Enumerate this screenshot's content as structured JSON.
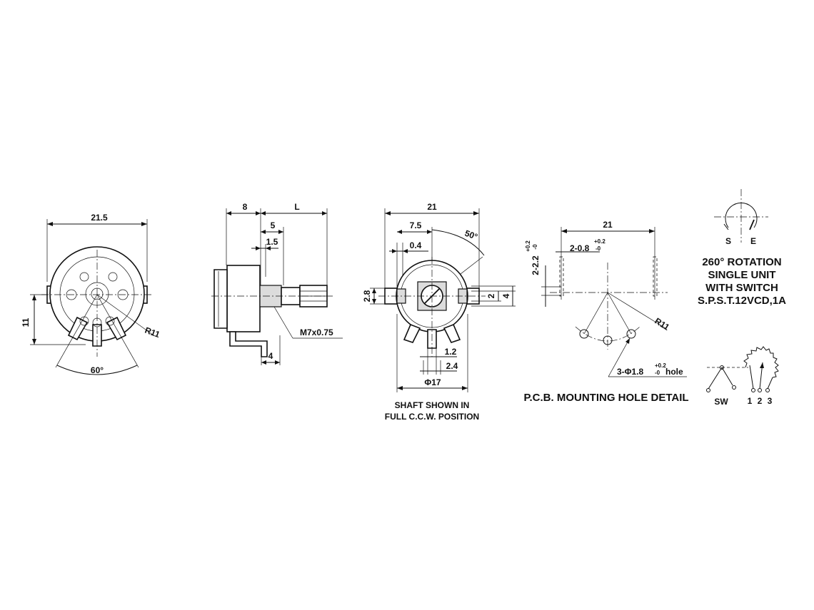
{
  "front_view": {
    "width_dim": "21.5",
    "height_dim": "11",
    "radius_dim": "R11",
    "angle_dim": "60°"
  },
  "side_view": {
    "dim_8": "8",
    "dim_L": "L",
    "dim_5": "5",
    "dim_1_5": "1.5",
    "thread_label": "M7x0.75",
    "dim_4": "4"
  },
  "rear_view": {
    "width_dim": "21",
    "dim_7_5": "7.5",
    "angle_dim": "50°",
    "dim_0_4": "0.4",
    "dim_2_8": "2.8",
    "dim_2": "2",
    "dim_4": "4",
    "dim_1_2": "1.2",
    "dim_2_4": "2.4",
    "dia_dim": "Φ17",
    "caption_line1": "SHAFT SHOWN IN",
    "caption_line2": "FULL C.C.W. POSITION"
  },
  "pcb_detail": {
    "width_dim": "21",
    "slot_dim_main": "2-0.8",
    "slot_dim_upper": "+0.2",
    "slot_dim_lower": "-0",
    "side_dim_main": "2-2.2",
    "side_dim_upper": "+0.2",
    "side_dim_lower": "-0",
    "radius_dim": "R11",
    "hole_dim_prefix": "3-Φ1.8",
    "hole_dim_upper": "+0.2",
    "hole_dim_lower": "-0",
    "hole_dim_suffix": "hole",
    "title": "P.C.B. MOUNTING HOLE DETAIL"
  },
  "spec": {
    "rotation_label_s": "S",
    "rotation_label_e": "E",
    "line1": "260° ROTATION",
    "line2": "SINGLE UNIT",
    "line3": "WITH SWITCH",
    "line4": "S.P.S.T.12VCD,1A"
  },
  "schematic": {
    "switch_label": "SW",
    "pin1": "1",
    "pin2": "2",
    "pin3": "3"
  }
}
